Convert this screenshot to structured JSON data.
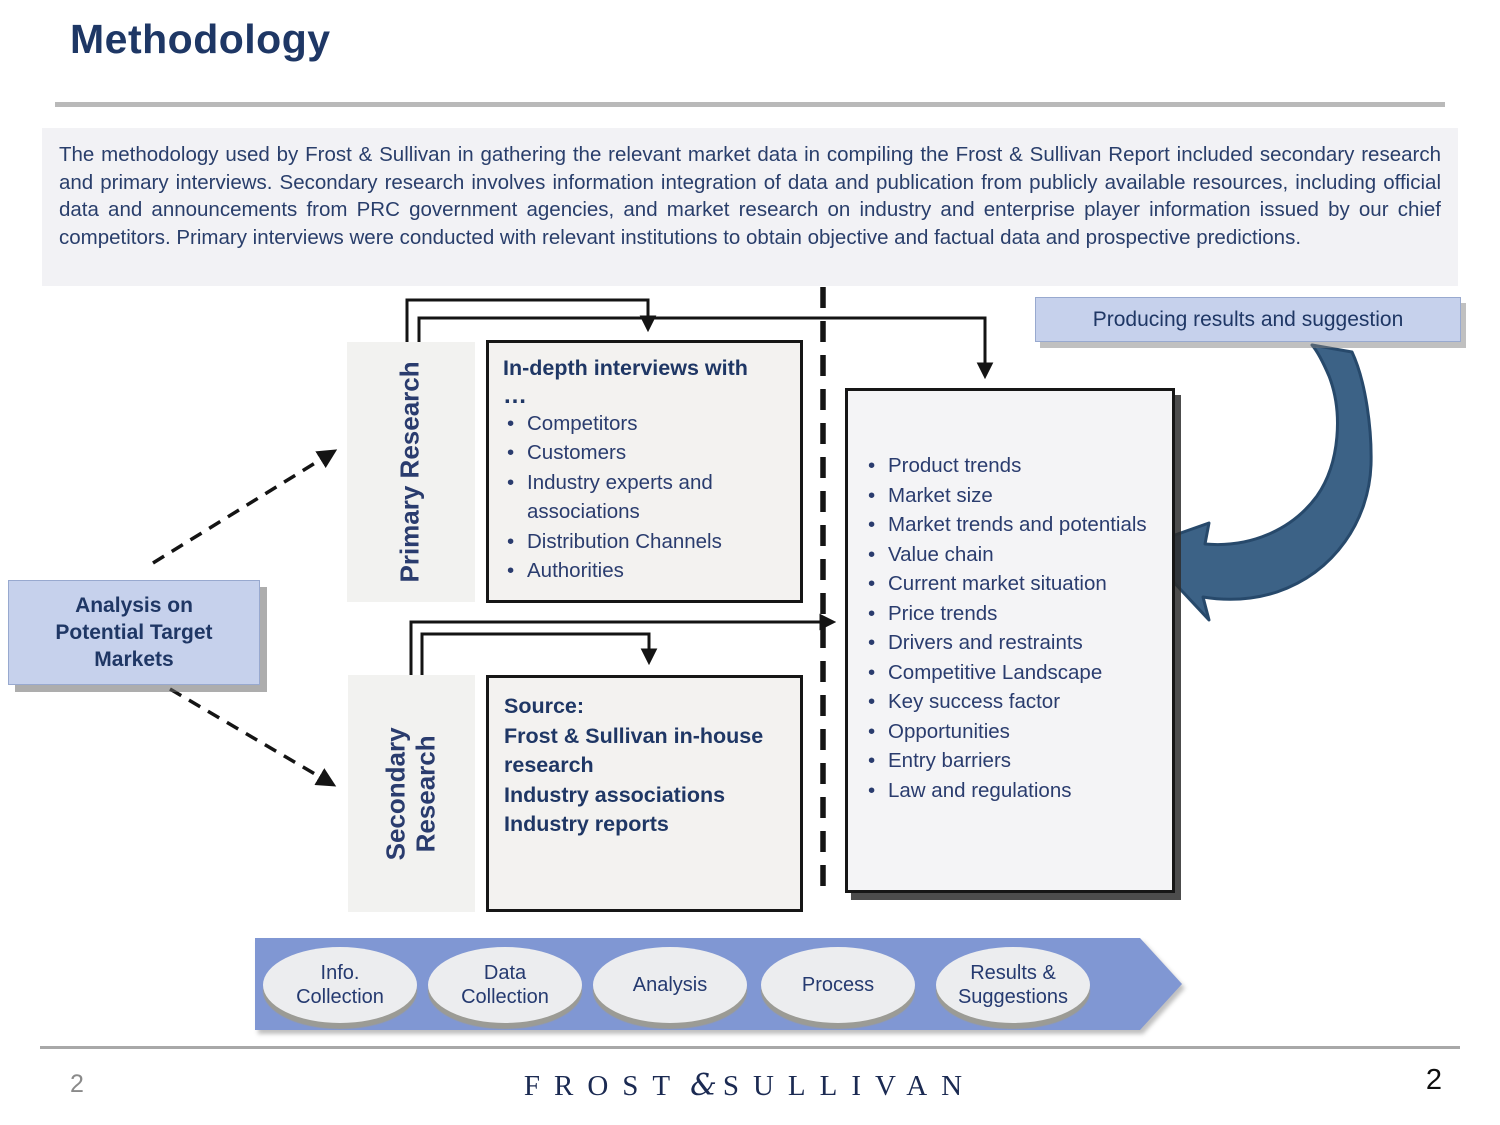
{
  "colors": {
    "accent_navy": "#1e3765",
    "body_navy": "#293e6b",
    "panel_light_blue": "#c6d1ec",
    "banner_blue": "#8097d3",
    "curved_arrow_blue": "#3c6286",
    "label_box_gray": "#f2f2f0",
    "intro_box_gray": "#f2f2f5"
  },
  "header": {
    "title": "Methodology"
  },
  "intro": {
    "text": "The methodology used by Frost & Sullivan in gathering the relevant market data in compiling the Frost & Sullivan Report included secondary research and primary interviews. Secondary research involves information integration of data and publication from publicly available resources, including official data and announcements from PRC government agencies, and market research on industry and enterprise player information issued by our chief competitors. Primary interviews were conducted with relevant institutions to obtain objective and factual data and prospective predictions."
  },
  "diagram": {
    "analysis_box_label": "Analysis on Potential Target Markets",
    "primary_research_label": "Primary Research",
    "secondary_research_label": "Secondary Research",
    "producing_box_label": "Producing results and suggestion",
    "indepth_box": {
      "title": "In-depth interviews with",
      "ellipsis": "…",
      "items": [
        "Competitors",
        "Customers",
        "Industry experts and associations",
        "Distribution Channels",
        "Authorities"
      ]
    },
    "source_box": {
      "lines": [
        "Source:",
        "Frost & Sullivan in-house research",
        "Industry associations",
        "Industry reports"
      ]
    },
    "output_box": {
      "items": [
        "Product trends",
        "Market size",
        "Market trends and potentials",
        "Value chain",
        "Current market situation",
        "Price trends",
        "Drivers and restraints",
        "Competitive Landscape",
        "Key success factor",
        "Opportunities",
        "Entry barriers",
        "Law and regulations"
      ]
    },
    "process_banner": {
      "steps": [
        "Info. Collection",
        "Data Collection",
        "Analysis",
        "Process",
        "Results & Suggestions"
      ]
    }
  },
  "footer": {
    "page_number_left": "2",
    "page_number_right": "2",
    "logo_frost": "FROST",
    "logo_amp": "&",
    "logo_sullivan": "SULLIVAN"
  }
}
